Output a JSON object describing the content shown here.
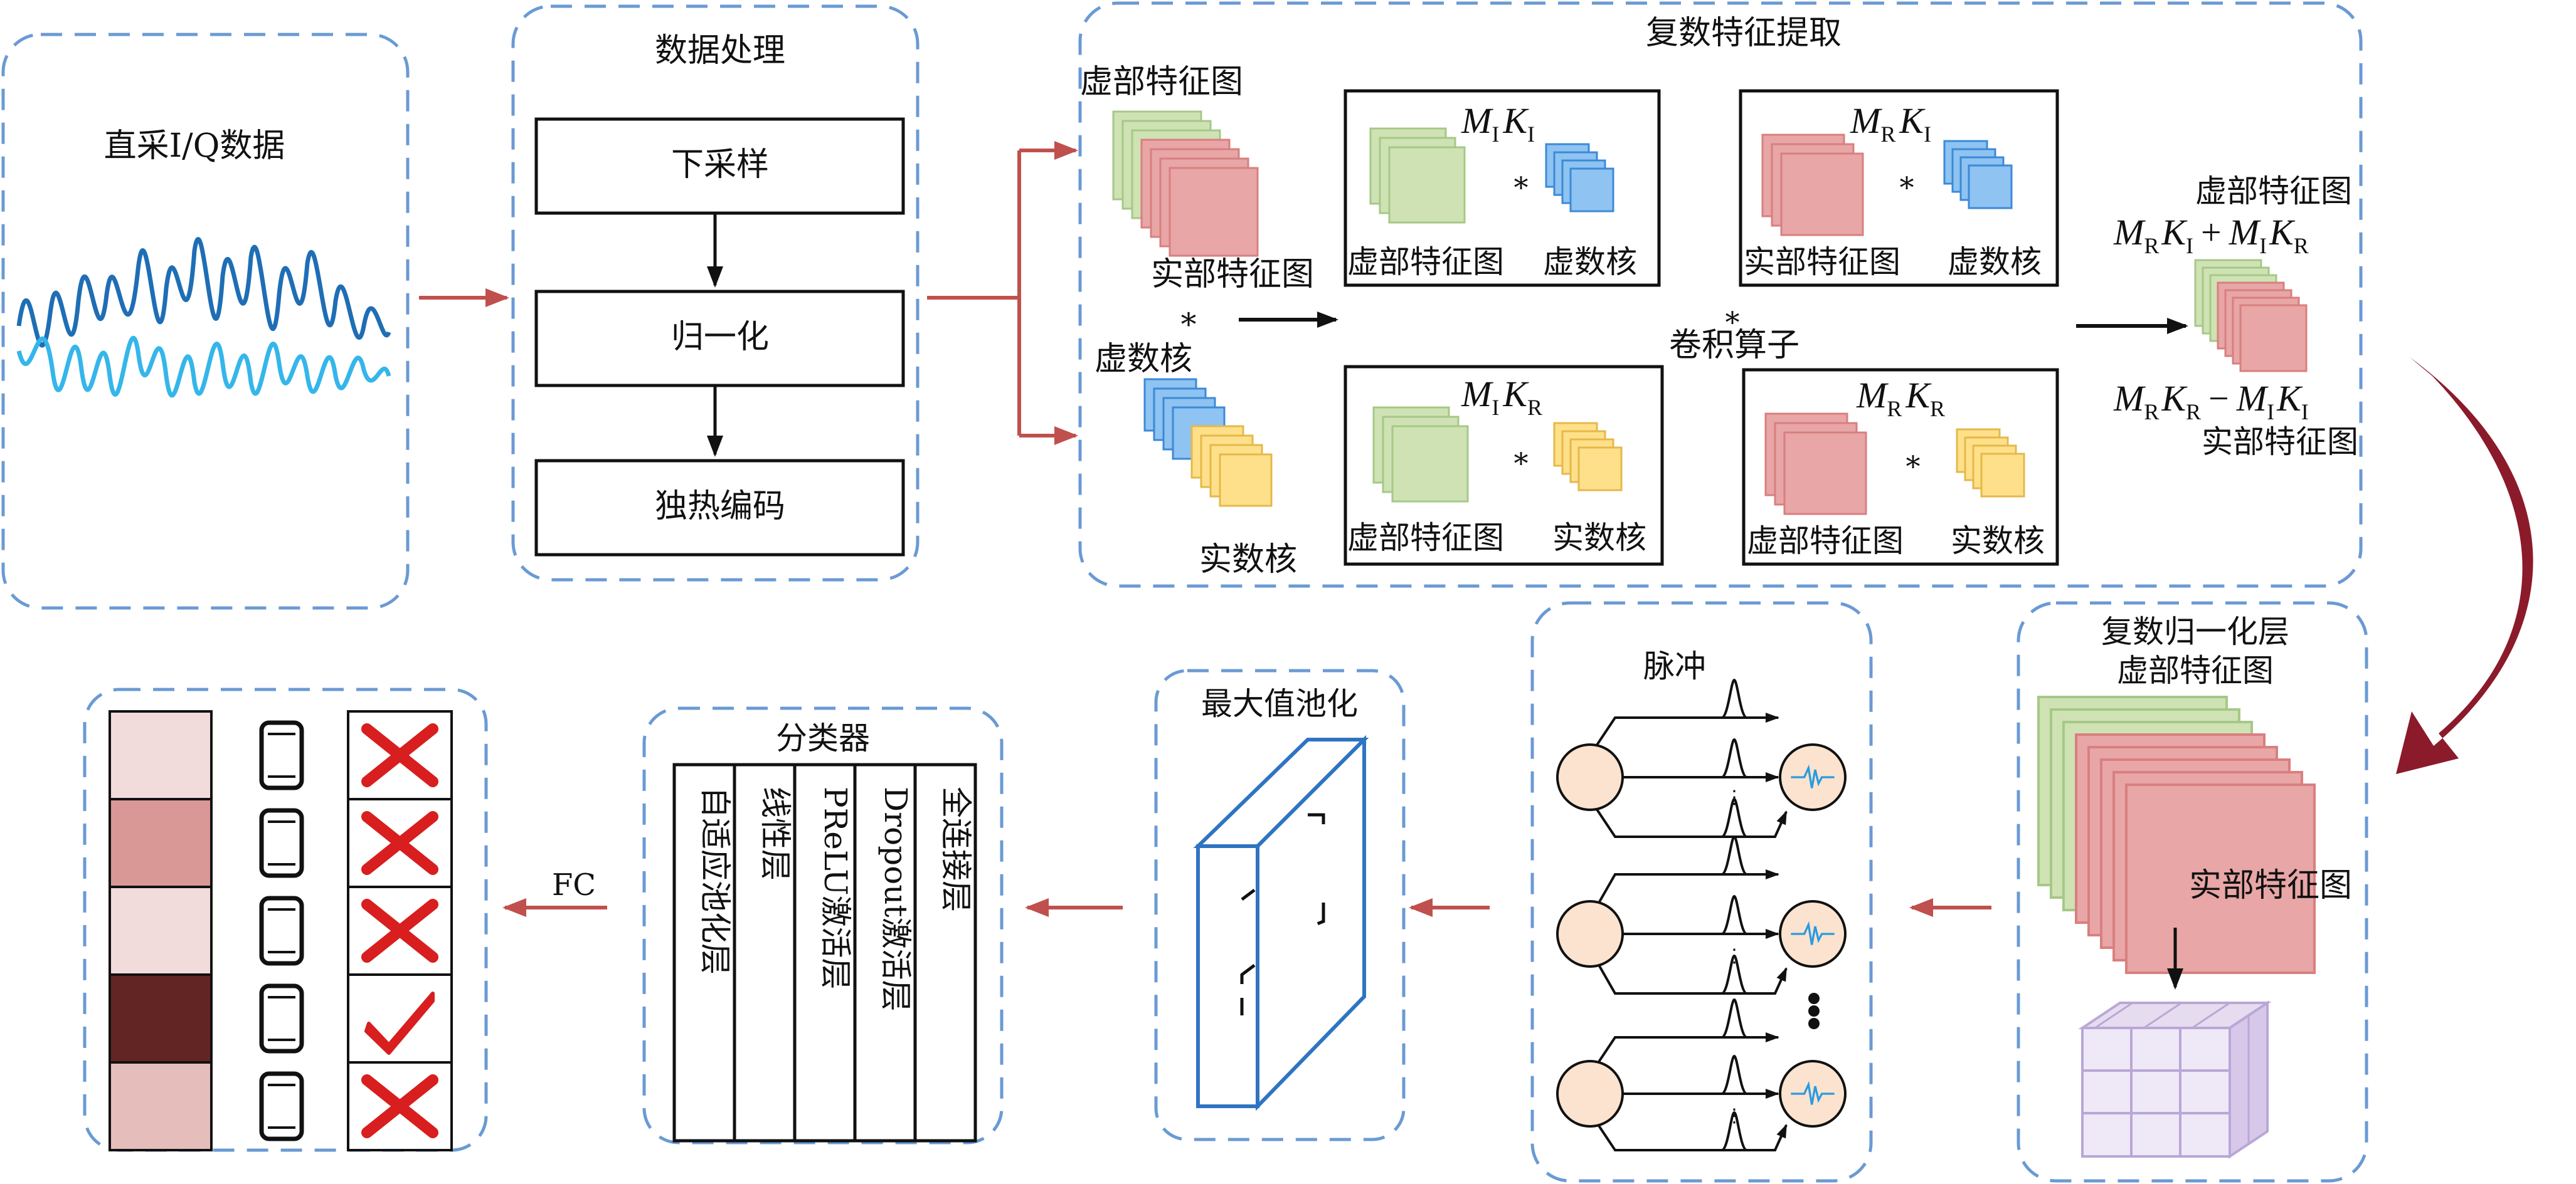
{
  "colors": {
    "dash_border": "#6a9ad4",
    "flow_arrow": "#c0504d",
    "big_curve_arrow": "#8b1a2b",
    "real_feature": "#e8a6a6",
    "imag_feature": "#cfe2b4",
    "imag_kernel": "#8ec3f2",
    "real_kernel": "#ffe08a",
    "pool_block": "#2e74c2",
    "neuron": "#fbe3cf"
  },
  "raw": {
    "title": "直采I/Q数据"
  },
  "preprocess": {
    "title": "数据处理",
    "steps": [
      "下采样",
      "归一化",
      "独热编码"
    ]
  },
  "complex_feature": {
    "title": "复数特征提取",
    "left_imag_fmap": "虚部特征图",
    "left_real_fmap": "实部特征图",
    "star": "*",
    "left_imag_kernel": "虚数核",
    "left_real_kernel": "实数核",
    "conv_op": "卷积算子",
    "op1": {
      "M": "M",
      "Msub": "I",
      "K": "K",
      "Ksub": "I",
      "fmap": "虚部特征图",
      "kernel": "虚数核"
    },
    "op2": {
      "M": "M",
      "Msub": "R",
      "K": "K",
      "Ksub": "I",
      "fmap": "实部特征图",
      "kernel": "虚数核"
    },
    "op3": {
      "M": "M",
      "Msub": "I",
      "K": "K",
      "Ksub": "R",
      "fmap": "虚部特征图",
      "kernel": "实数核"
    },
    "op4": {
      "M": "M",
      "Msub": "R",
      "K": "K",
      "Ksub": "R",
      "fmap": "虚部特征图",
      "kernel": "实数核"
    },
    "out_imag_label": "虚部特征图",
    "out_real_label": "实部特征图",
    "eq_imag": {
      "a": "M",
      "a_sub": "R",
      "b": "K",
      "b_sub": "I",
      "op": "+",
      "c": "M",
      "c_sub": "I",
      "d": "K",
      "d_sub": "R"
    },
    "eq_real": {
      "a": "M",
      "a_sub": "R",
      "b": "K",
      "b_sub": "R",
      "op": "−",
      "c": "M",
      "c_sub": "I",
      "d": "K",
      "d_sub": "I"
    }
  },
  "norm": {
    "title": "复数归一化层",
    "imag_label": "虚部特征图",
    "real_label": "实部特征图"
  },
  "snn": {
    "pulse_label": "脉冲"
  },
  "pool": {
    "title": "最大值池化"
  },
  "classifier": {
    "title": "分类器",
    "layers": [
      "自适应池化层",
      "线性层",
      "PReLU激活层",
      "Dropout激活层",
      "全连接层"
    ]
  },
  "output": {
    "fc_label": "FC",
    "rows": [
      {
        "shade": "#f1dcdb",
        "result": "cross"
      },
      {
        "shade": "#d99896",
        "result": "cross"
      },
      {
        "shade": "#f1dcdb",
        "result": "cross"
      },
      {
        "shade": "#632523",
        "result": "check"
      },
      {
        "shade": "#e5bdbb",
        "result": "cross"
      }
    ]
  }
}
